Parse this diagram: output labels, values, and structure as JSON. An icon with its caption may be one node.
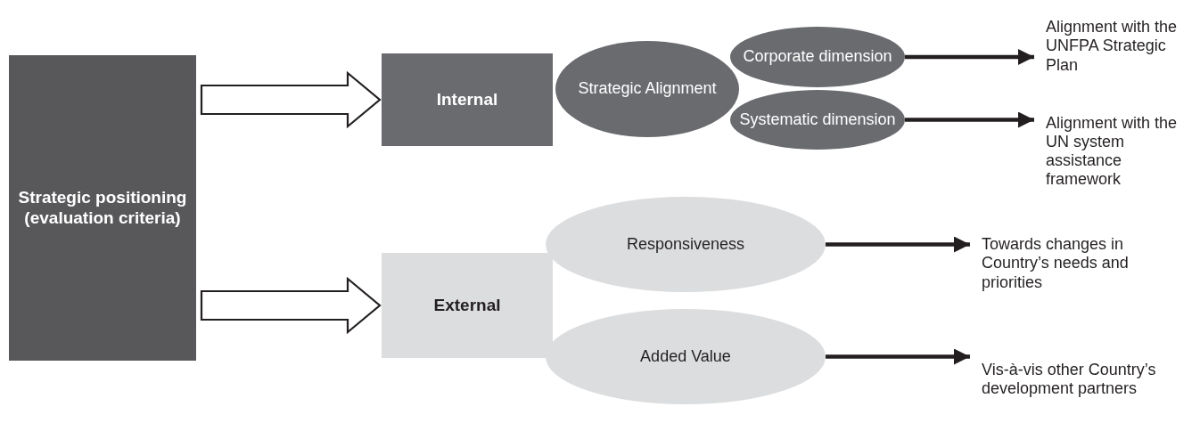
{
  "diagram": {
    "nodes": [
      {
        "text": [
          "Strategic positioning (evaluation criteria)"
        ]
      },
      {
        "text": [
          "Internal"
        ]
      },
      {
        "text": [
          "Strategic Alignment"
        ]
      },
      {
        "text": [
          "Corporate dimension"
        ]
      },
      {
        "text": [
          "Systematic dimension"
        ]
      },
      {
        "text": [
          "Alignment with the UNFPA Strategic Plan"
        ]
      },
      {
        "text": [
          "Alignment with the UN system assistance framework"
        ]
      },
      {
        "text": [
          "External"
        ]
      },
      {
        "text": [
          "Responsiveness"
        ]
      },
      {
        "text": [
          "Added Value"
        ]
      },
      {
        "text": [
          "Towards changes in Country’s needs and priorities"
        ]
      },
      {
        "text": [
          "Vis-à-vis other Country’s development partners"
        ]
      }
    ],
    "edges": [
      {
        "from": 0,
        "to": 1,
        "arrow": "to",
        "style": "thick"
      },
      {
        "from": 0,
        "to": 7,
        "arrow": "to",
        "style": "thick"
      },
      {
        "from": 3,
        "to": 5,
        "arrow": "to"
      },
      {
        "from": 4,
        "to": 6,
        "arrow": "to"
      },
      {
        "from": 8,
        "to": 10,
        "arrow": "to"
      },
      {
        "from": 9,
        "to": 11,
        "arrow": "to"
      }
    ]
  }
}
